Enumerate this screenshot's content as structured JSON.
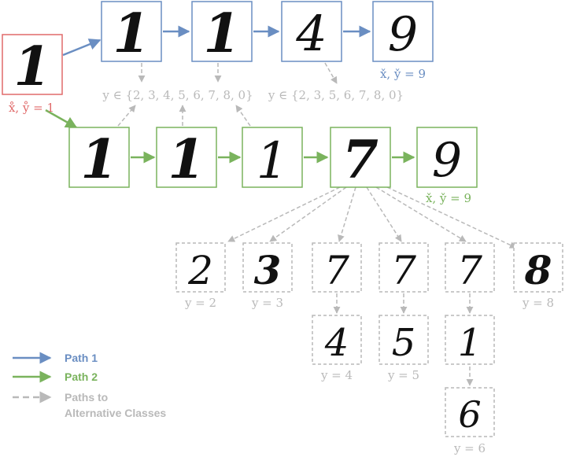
{
  "colors": {
    "path1": "#6a8ec2",
    "path2": "#7ab35d",
    "alt": "#b9b9b9",
    "start": "#e06a6a",
    "ink": "#111111"
  },
  "labels": {
    "start": "x̊, ẙ = 1",
    "path1_end": "x̌, y̌ = 9",
    "path2_end": "x̌, y̌ = 9",
    "set_left": "y ∈ {2, 3, 4, 5, 6, 7, 8, 0}",
    "set_right": "y ∈ {2, 3, 5, 6, 7, 8, 0}",
    "alt_y2": "y = 2",
    "alt_y3": "y = 3",
    "alt_y4": "y = 4",
    "alt_y5": "y = 5",
    "alt_y6": "y = 6",
    "alt_y8": "y = 8"
  },
  "digits": {
    "start": "1",
    "path1": [
      "1",
      "1",
      "4",
      "9"
    ],
    "path2": [
      "1",
      "1",
      "1",
      "7",
      "9"
    ],
    "alt_row": [
      "2",
      "3",
      "7",
      "7",
      "7",
      "8"
    ],
    "alt_second": [
      "4",
      "5",
      "1"
    ],
    "alt_third": "6"
  },
  "legend": {
    "path1": "Path 1",
    "path2": "Path 2",
    "alt_line1": "Paths to",
    "alt_line2": "Alternative Classes"
  }
}
